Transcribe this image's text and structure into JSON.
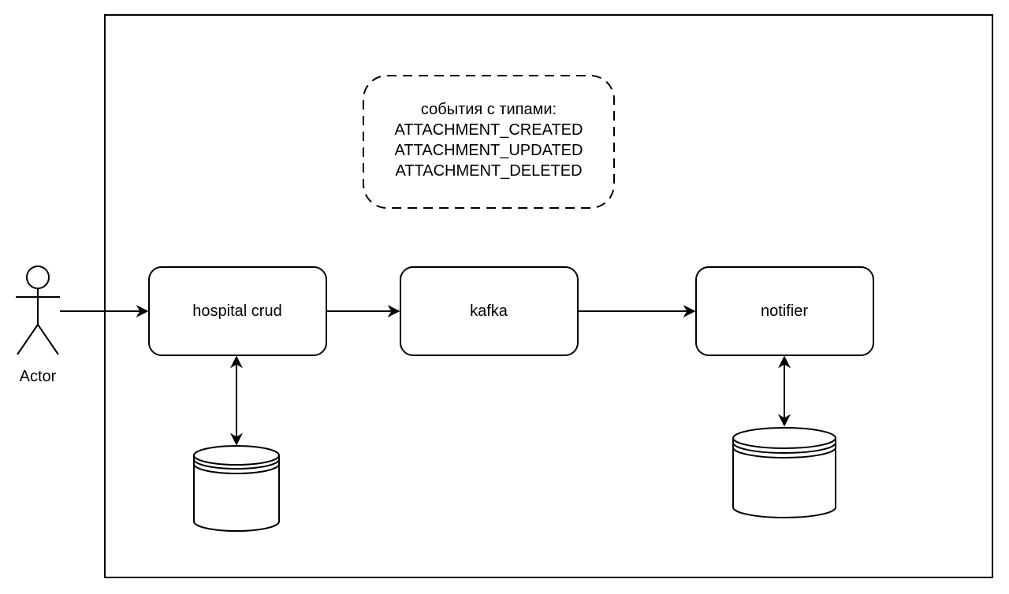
{
  "actor": {
    "label": "Actor"
  },
  "nodes": {
    "hospital_crud": "hospital crud",
    "kafka": "kafka",
    "notifier": "notifier"
  },
  "note": {
    "lines": [
      "события с типами:",
      "ATTACHMENT_CREATED",
      "ATTACHMENT_UPDATED",
      "ATTACHMENT_DELETED"
    ]
  },
  "colors": {
    "stroke": "#000000",
    "background": "#ffffff"
  }
}
